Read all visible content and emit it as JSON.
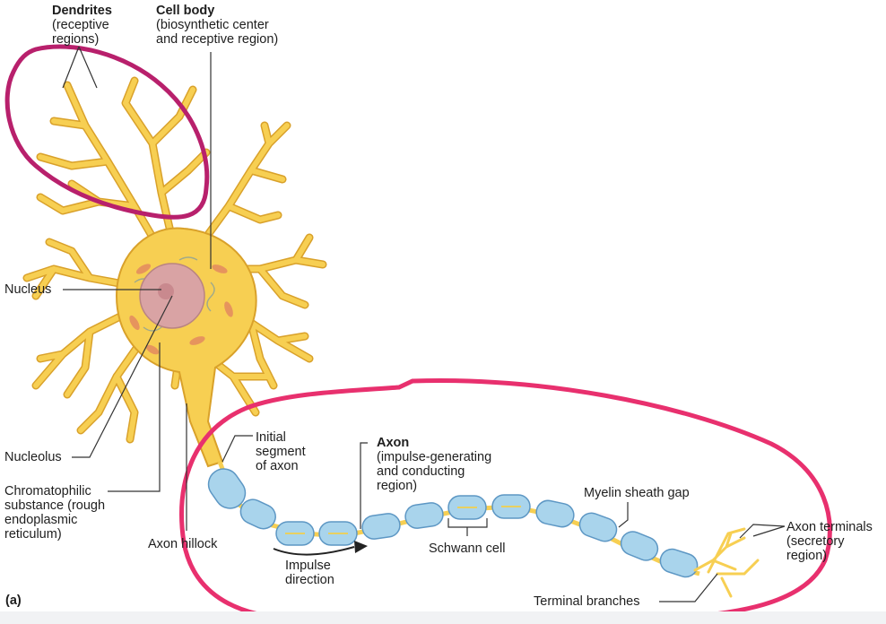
{
  "figure": {
    "panel_label": "(a)",
    "colors": {
      "cell": "#f7cf52",
      "cell_outline": "#d9a12a",
      "nucleus": "#d9a3a4",
      "myelin": "#a9d4ec",
      "myelin_outline": "#5d97c4",
      "annotation_upper": "#b8206c",
      "annotation_lower": "#e8306e",
      "leader_line": "#333333"
    },
    "labels": {
      "dendrites": {
        "title": "Dendrites",
        "line1": "(receptive",
        "line2": "regions)"
      },
      "cell_body": {
        "title": "Cell body",
        "line1": "(biosynthetic center",
        "line2": "and receptive region)"
      },
      "nucleus": {
        "text": "Nucleus"
      },
      "nucleolus": {
        "text": "Nucleolus"
      },
      "chromatophilic": {
        "line1": "Chromatophilic",
        "line2": "substance (rough",
        "line3": "endoplasmic",
        "line4": "reticulum)"
      },
      "axon_hillock": {
        "text": "Axon hillock"
      },
      "initial_segment": {
        "line1": "Initial",
        "line2": "segment",
        "line3": "of axon"
      },
      "axon": {
        "title": "Axon",
        "line1": "(impulse-generating",
        "line2": "and conducting",
        "line3": "region)"
      },
      "impulse_direction": {
        "line1": "Impulse",
        "line2": "direction"
      },
      "schwann_cell": {
        "text": "Schwann cell"
      },
      "myelin_gap": {
        "text": "Myelin sheath gap"
      },
      "axon_terminals": {
        "line1": "Axon terminals",
        "line2": "(secretory",
        "line3": "region)"
      },
      "terminal_branches": {
        "text": "Terminal branches"
      }
    }
  }
}
